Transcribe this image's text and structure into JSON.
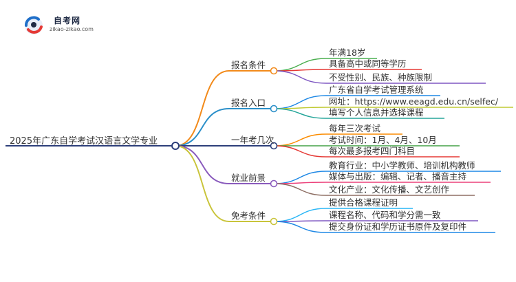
{
  "logo": {
    "name": "自考网",
    "url": "zikao-zikao.com"
  },
  "mindmap": {
    "root": "2025年广东自学考试汉语言文学专业",
    "branches": [
      {
        "label": "报名条件",
        "color": "#f28a1a",
        "items": [
          "年满18岁",
          "具备高中或同等学历",
          "不受性别、民族、种族限制"
        ]
      },
      {
        "label": "报名入口",
        "color": "#2a8fc9",
        "items": [
          "广东省自学考试管理系统",
          "网址：https://www.eeagd.edu.cn/selfec/",
          "填写个人信息并选择课程"
        ]
      },
      {
        "label": "一年考几次",
        "color": "#2c3e7a",
        "items": [
          "每年三次考试",
          "考试时间：1月、4月、10月",
          "每次最多报考四门科目"
        ]
      },
      {
        "label": "就业前景",
        "color": "#8a5bbd",
        "items": [
          "教育行业：中小学教师、培训机构教师",
          "媒体与出版：编辑、记者、播音主持",
          "文化产业：文化传播、文艺创作"
        ]
      },
      {
        "label": "免考条件",
        "color": "#c9c43a",
        "items": [
          "提供合格课程证明",
          "课程名称、代码和学分需一致",
          "提交身份证和学历证书原件及复印件"
        ]
      }
    ],
    "leaf_colors": [
      [
        "#4caf50",
        "#e53935",
        "#7e57c2"
      ],
      [
        "#1e88e5",
        "#c0ca33",
        "#26a69a"
      ],
      [
        "#fb8c00",
        "#43a047",
        "#e53935"
      ],
      [
        "#1e88e5",
        "#ec407a",
        "#8d6e63"
      ],
      [
        "#29b6f6",
        "#7e57c2",
        "#1e88e5"
      ]
    ]
  }
}
